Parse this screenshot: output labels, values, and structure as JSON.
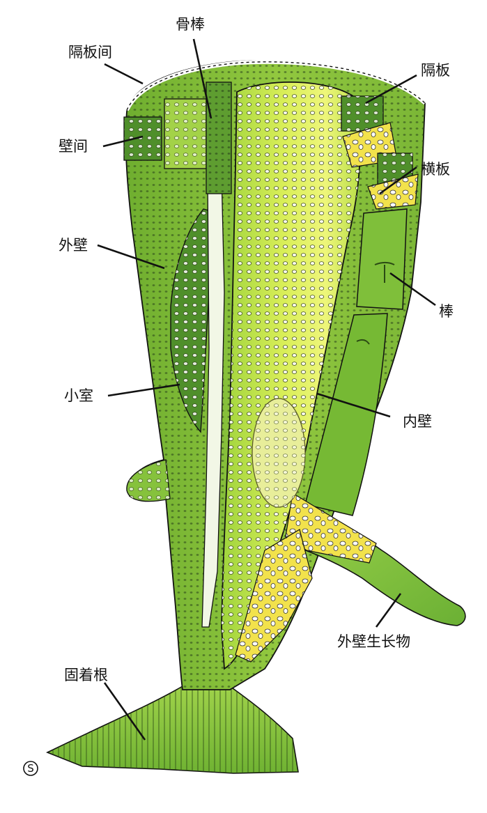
{
  "diagram": {
    "labels": {
      "gebanjian": "隔板间",
      "gubang": "骨棒",
      "geban": "隔板",
      "bijian": "壁间",
      "hengban": "横板",
      "waibi": "外壁",
      "bang": "棒",
      "xiaoshi": "小室",
      "neibi": "内壁",
      "waibi_shengzhangwu": "外壁生长物",
      "guzhuogen": "固着根"
    },
    "corner_mark": "S"
  },
  "colors": {
    "outer_wall": "#8cc63e",
    "outer_wall_light": "#a6d24a",
    "inner_wall": "#c8e84a",
    "inner_wall_glow": "#eef77a",
    "dark_green": "#4f8f2a",
    "yellow_tissue": "#f2e24c",
    "pore_fill": "#ffffff",
    "line": "#111111"
  }
}
